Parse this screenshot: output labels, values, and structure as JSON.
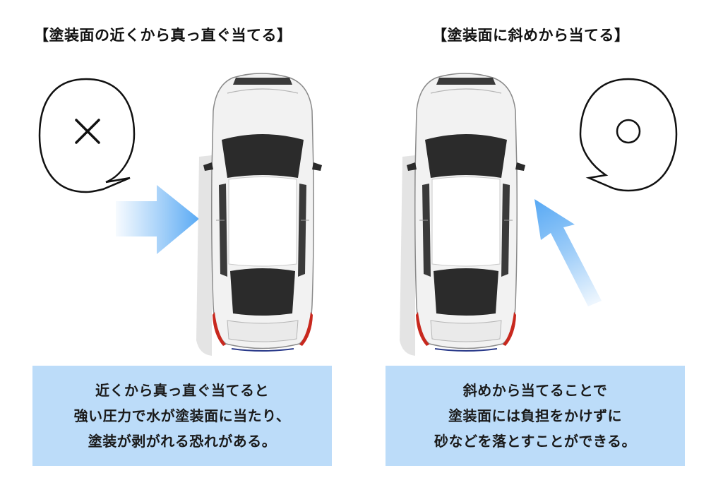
{
  "left_panel": {
    "heading": "【塗装面の近くから真っ直ぐ当てる】",
    "verdict_mark": "×",
    "caption": [
      "近くから真っ直ぐ当てると",
      "強い圧力で水が塗装面に当たり、",
      "塗装が剥がれる恐れがある。"
    ]
  },
  "right_panel": {
    "heading": "【塗装面に斜めから当てる】",
    "verdict_mark": "○",
    "caption": [
      "斜めから当てることで",
      "塗装面には負担をかけずに",
      "砂などを落とすことができる。"
    ]
  },
  "colors": {
    "caption_bg": "#bcdcf9",
    "arrow_blue": "#5aaaf4",
    "car_body": "#f2f2f2",
    "glass": "#2b2b2b",
    "tail_light": "#c8281e"
  },
  "icons": {
    "bad_verdict": "cross-mark",
    "good_verdict": "circle-mark",
    "arrow_straight": "arrow-right",
    "arrow_diagonal": "arrow-up-left"
  }
}
